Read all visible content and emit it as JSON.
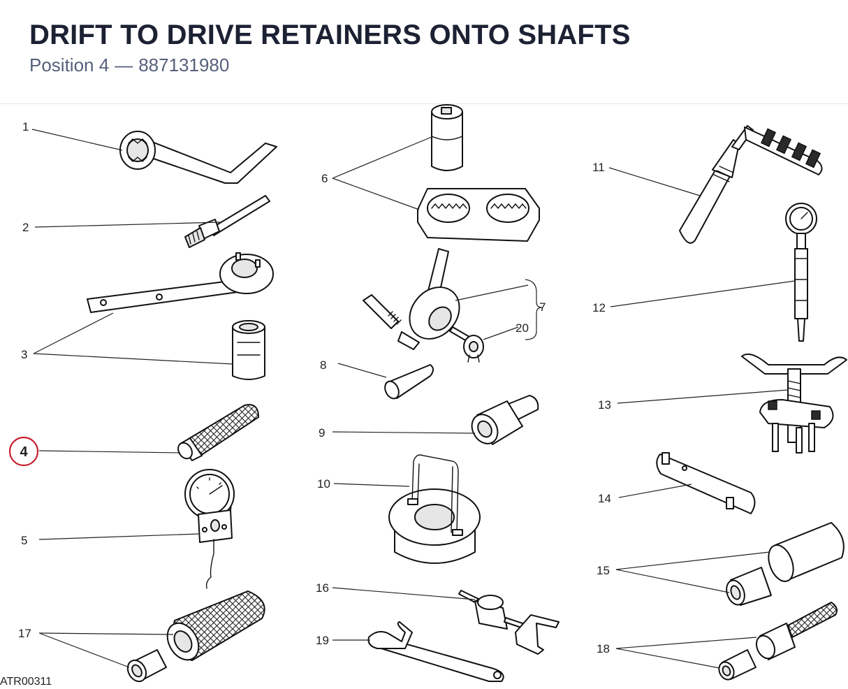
{
  "header": {
    "title": "DRIFT TO DRIVE RETAINERS ONTO SHAFTS",
    "position_label": "Position 4",
    "separator": "—",
    "part_number": "887131980"
  },
  "diagram": {
    "drawing_code": "ATR00311",
    "highlighted_callout": "4",
    "highlight_color": "#c8202f",
    "callouts": {
      "c1": "1",
      "c2": "2",
      "c3": "3",
      "c4": "4",
      "c5": "5",
      "c6": "6",
      "c7": "7",
      "c8": "8",
      "c9": "9",
      "c10": "10",
      "c11": "11",
      "c12": "12",
      "c13": "13",
      "c14": "14",
      "c15": "15",
      "c16": "16",
      "c17": "17",
      "c18": "18",
      "c19": "19",
      "c20": "20"
    }
  }
}
